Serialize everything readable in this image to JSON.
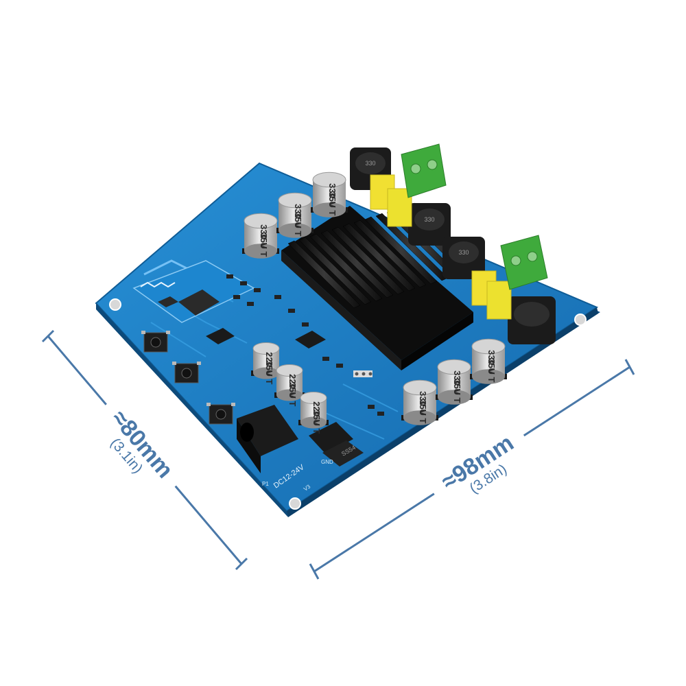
{
  "dimensions": {
    "height": {
      "main": "≈80mm",
      "sub": "(3.1in)"
    },
    "width": {
      "main": "≈98mm",
      "sub": "(3.8in)"
    }
  },
  "capacitors": {
    "large": [
      {
        "value": "330",
        "voltage": "35V",
        "mark": "U T"
      },
      {
        "value": "330",
        "voltage": "35V",
        "mark": "U T"
      },
      {
        "value": "330",
        "voltage": "35V",
        "mark": "U T"
      },
      {
        "value": "330",
        "voltage": "35V",
        "mark": "U T"
      },
      {
        "value": "330",
        "voltage": "35V",
        "mark": "U T"
      },
      {
        "value": "330",
        "voltage": "35V",
        "mark": "U T"
      }
    ],
    "small": [
      {
        "value": "220",
        "voltage": "35V",
        "mark": "U T"
      },
      {
        "value": "220",
        "voltage": "35V",
        "mark": "U T"
      },
      {
        "value": "220",
        "voltage": "35V",
        "mark": "U T"
      }
    ]
  },
  "board_labels": {
    "power_input": "DC12-24V",
    "version": "V3",
    "gnd": "GND",
    "port": "P1",
    "inductor_mark": "330",
    "diode": "SS54"
  },
  "colors": {
    "pcb": "#1a7fc6",
    "heatsink": "#161616",
    "terminal": "#3faa3c",
    "film_cap": "#f1e032",
    "dimension_line": "#4a78a8"
  }
}
